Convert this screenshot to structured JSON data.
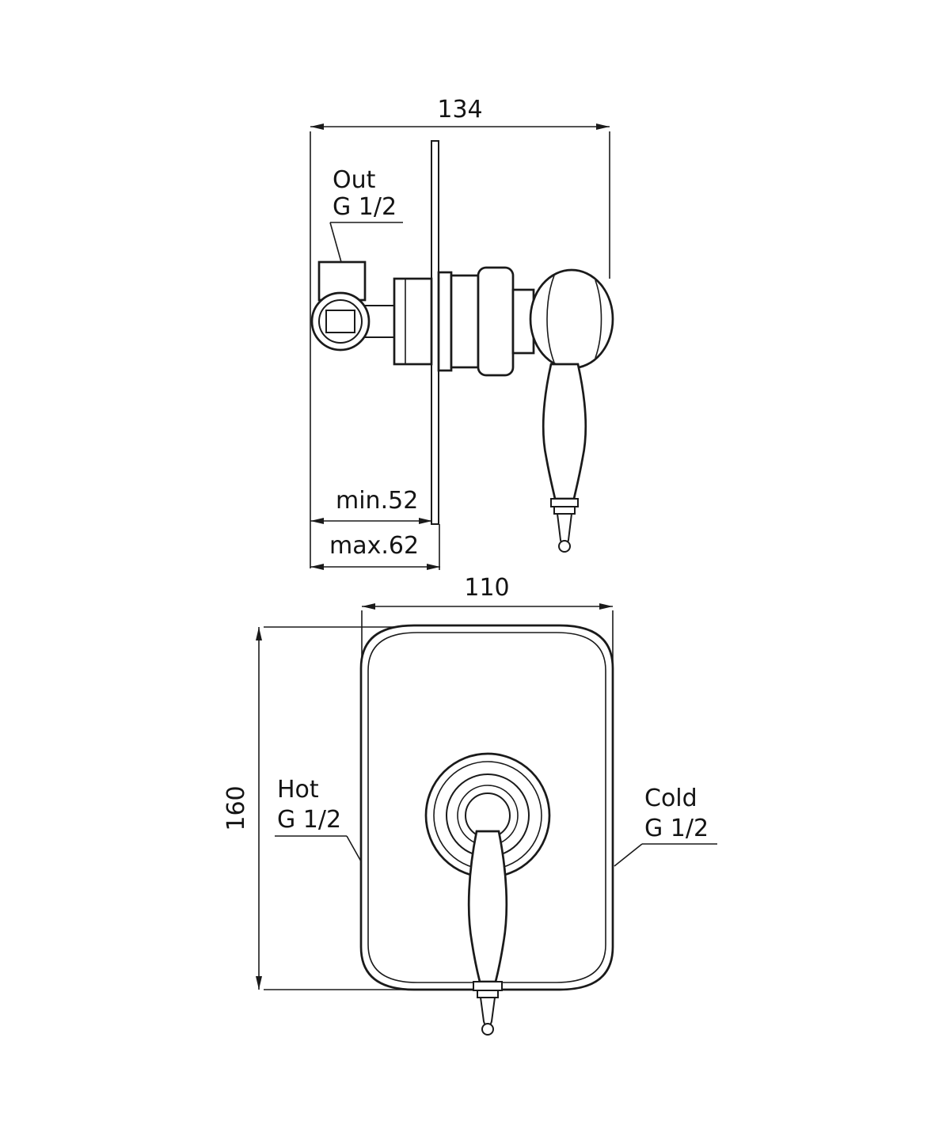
{
  "side_view": {
    "width_dim": "134",
    "outlet": {
      "label": "Out",
      "thread": "G 1/2"
    },
    "depth_min": "min.52",
    "depth_max": "max.62"
  },
  "front_view": {
    "width_dim": "110",
    "height_dim": "160",
    "hot": {
      "label": "Hot",
      "thread": "G 1/2"
    },
    "cold": {
      "label": "Cold",
      "thread": "G 1/2"
    }
  },
  "colors": {
    "line": "#1a1a1a",
    "background": "#ffffff"
  }
}
